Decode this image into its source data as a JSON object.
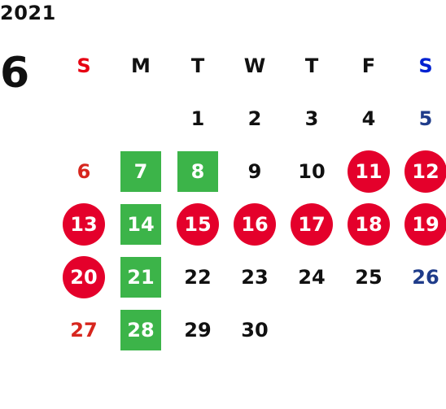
{
  "year": "2021",
  "month": "6",
  "weekdays": [
    {
      "label": "S",
      "kind": "sun"
    },
    {
      "label": "M",
      "kind": ""
    },
    {
      "label": "T",
      "kind": ""
    },
    {
      "label": "W",
      "kind": ""
    },
    {
      "label": "T",
      "kind": ""
    },
    {
      "label": "F",
      "kind": ""
    },
    {
      "label": "S",
      "kind": "sat"
    }
  ],
  "weeks": [
    [
      {
        "day": "",
        "style": ""
      },
      {
        "day": "",
        "style": ""
      },
      {
        "day": "1",
        "style": ""
      },
      {
        "day": "2",
        "style": ""
      },
      {
        "day": "3",
        "style": ""
      },
      {
        "day": "4",
        "style": ""
      },
      {
        "day": "5",
        "style": "saturday"
      }
    ],
    [
      {
        "day": "6",
        "style": "sunday"
      },
      {
        "day": "7",
        "style": "green"
      },
      {
        "day": "8",
        "style": "green"
      },
      {
        "day": "9",
        "style": ""
      },
      {
        "day": "10",
        "style": ""
      },
      {
        "day": "11",
        "style": "red"
      },
      {
        "day": "12",
        "style": "red"
      }
    ],
    [
      {
        "day": "13",
        "style": "red"
      },
      {
        "day": "14",
        "style": "green"
      },
      {
        "day": "15",
        "style": "red"
      },
      {
        "day": "16",
        "style": "red"
      },
      {
        "day": "17",
        "style": "red"
      },
      {
        "day": "18",
        "style": "red"
      },
      {
        "day": "19",
        "style": "red"
      }
    ],
    [
      {
        "day": "20",
        "style": "red"
      },
      {
        "day": "21",
        "style": "green"
      },
      {
        "day": "22",
        "style": ""
      },
      {
        "day": "23",
        "style": ""
      },
      {
        "day": "24",
        "style": ""
      },
      {
        "day": "25",
        "style": ""
      },
      {
        "day": "26",
        "style": "saturday"
      }
    ],
    [
      {
        "day": "27",
        "style": "sunday"
      },
      {
        "day": "28",
        "style": "green"
      },
      {
        "day": "29",
        "style": ""
      },
      {
        "day": "30",
        "style": ""
      },
      {
        "day": "",
        "style": ""
      },
      {
        "day": "",
        "style": ""
      },
      {
        "day": "",
        "style": ""
      }
    ]
  ],
  "colors": {
    "green_mark": "#3cb449",
    "red_mark": "#e4002b",
    "sunday_text": "#d7261e",
    "saturday_text": "#1f3c8a",
    "sunday_header": "#e60012",
    "saturday_header": "#0021d1"
  }
}
